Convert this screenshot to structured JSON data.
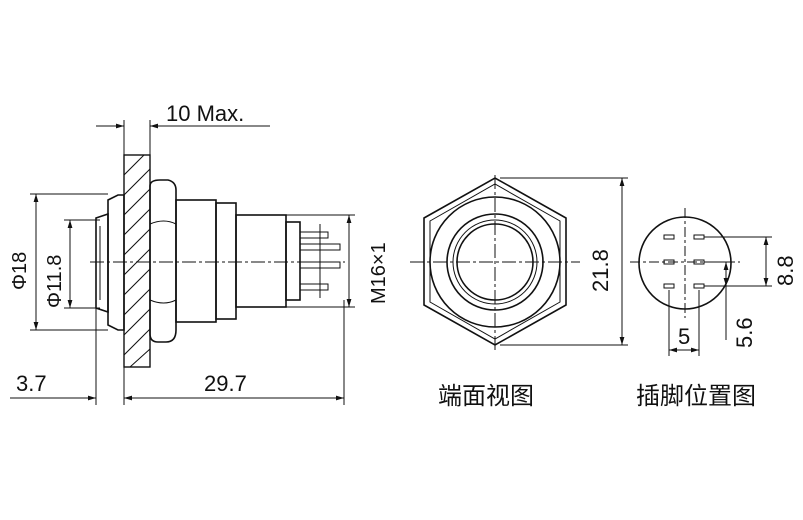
{
  "side_view": {
    "dim_top": "10 Max.",
    "dim_phi18": "Φ18",
    "dim_phi11_8": "Φ11.8",
    "dim_thread": "M16×1",
    "dim_left": "3.7",
    "dim_length": "29.7"
  },
  "end_view": {
    "dim_width": "21.8",
    "caption": "端面视图"
  },
  "pin_view": {
    "dim_spacing_x": "5",
    "dim_spacing_y": "8.8",
    "dim_offset": "5.6",
    "caption": "插脚位置图"
  }
}
